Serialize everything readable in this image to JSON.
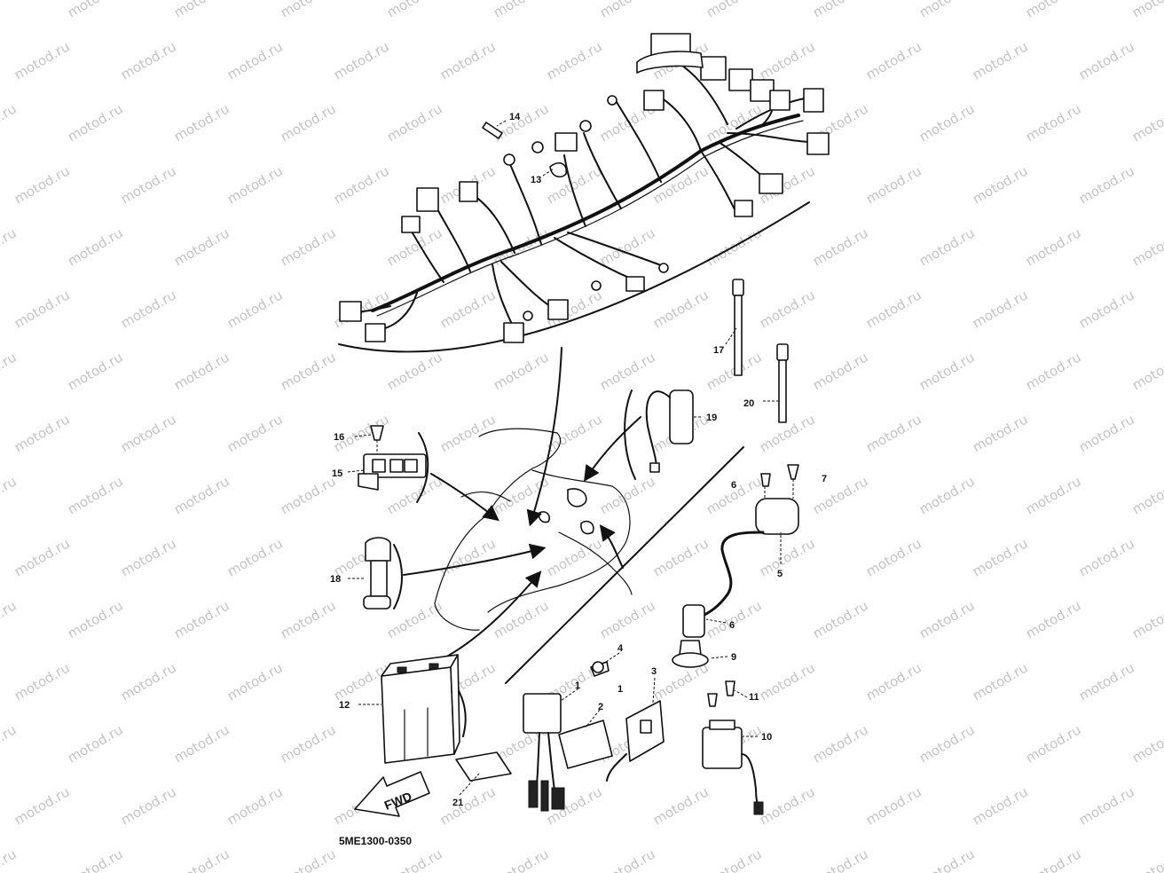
{
  "watermark": "motod.ru",
  "drawing_code": "5ME1300-0350",
  "fwd_label": "FWD",
  "callouts": {
    "c1": "1",
    "c1b": "1",
    "c2": "2",
    "c3": "3",
    "c4": "4",
    "c5": "5",
    "c6a": "6",
    "c6b": "6",
    "c7": "7",
    "c9": "9",
    "c10": "10",
    "c11": "11",
    "c12": "12",
    "c13": "13",
    "c14": "14",
    "c15": "15",
    "c16": "16",
    "c17": "17",
    "c18": "18",
    "c19": "19",
    "c20": "20",
    "c21": "21"
  }
}
